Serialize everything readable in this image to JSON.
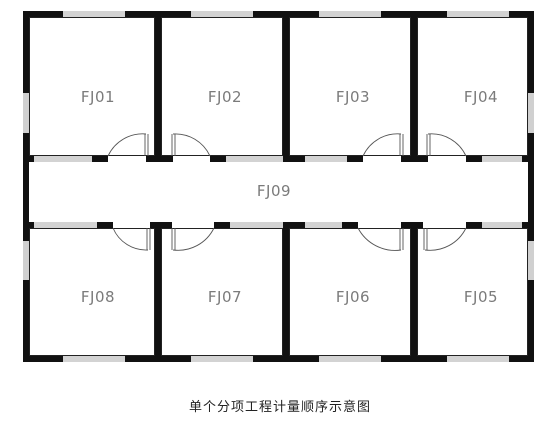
{
  "rooms": {
    "r1": "FJ01",
    "r2": "FJ02",
    "r3": "FJ03",
    "r4": "FJ04",
    "r5": "FJ05",
    "r6": "FJ06",
    "r7": "FJ07",
    "r8": "FJ08",
    "corridor": "FJ09"
  },
  "caption": "单个分项工程计量顺序示意图",
  "colors": {
    "wall": "#111111",
    "window": "#8a8a8a",
    "door": "#555555",
    "label": "#7b7b7b"
  }
}
